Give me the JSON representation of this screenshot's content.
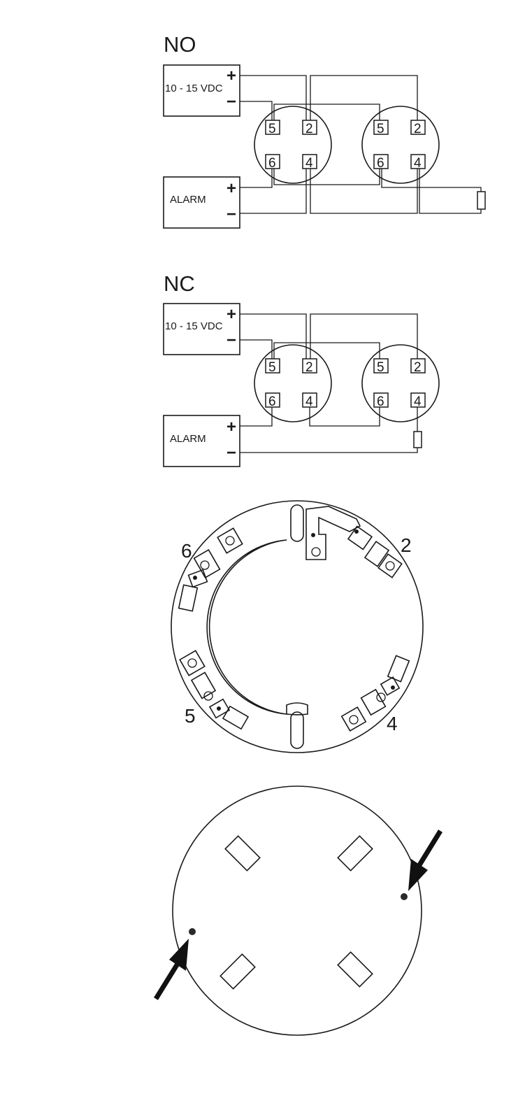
{
  "no_diagram": {
    "title": "NO",
    "power_label": "10 - 15 VDC",
    "alarm_label": "ALARM",
    "plus": "+",
    "minus": "−",
    "pins": [
      "5",
      "2",
      "6",
      "4"
    ]
  },
  "nc_diagram": {
    "title": "NC",
    "power_label": "10 - 15 VDC",
    "alarm_label": "ALARM",
    "plus": "+",
    "minus": "−",
    "pins": [
      "5",
      "2",
      "6",
      "4"
    ]
  },
  "base_ring": {
    "terminal_labels": [
      "6",
      "2",
      "5",
      "4"
    ]
  },
  "base_plate": {
    "markers": [
      "arrow-pointer",
      "arrow-pointer"
    ]
  }
}
